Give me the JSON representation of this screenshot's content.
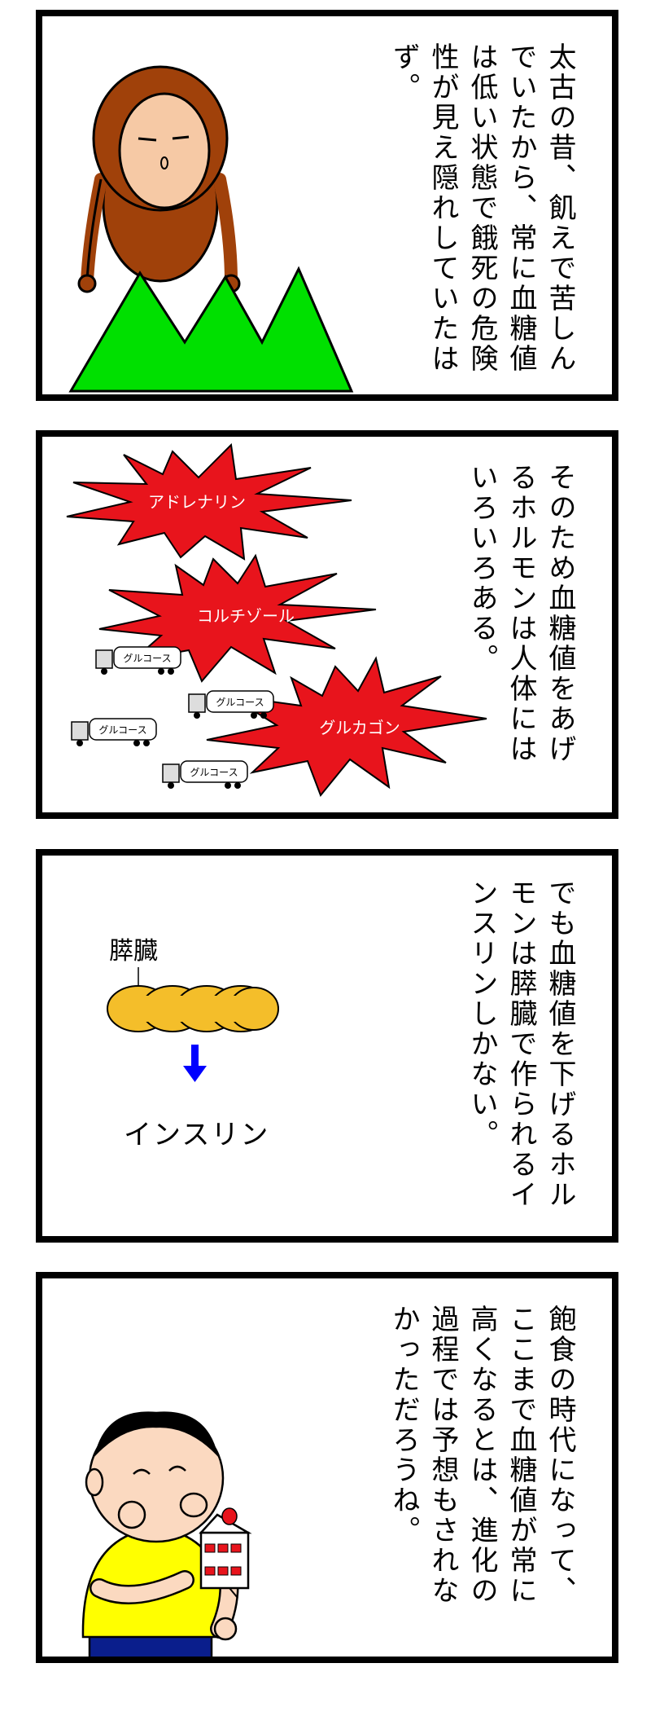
{
  "panels": [
    {
      "text": "太古の昔、飢えで苦しん\nでいたから、常に血糖値\nは低い状態で餓死の危険\n性が見え隠れしていたは\nず。"
    },
    {
      "text": "そのため血糖値をあげ\nるホルモンは人体には\nいろいろある。",
      "hormones": [
        "アドレナリン",
        "コルチゾール",
        "グルカゴン"
      ],
      "truck_label": "グルコース"
    },
    {
      "text": "でも血糖値を下げるホル\nモンは膵臓で作られるイ\nンスリンしかない。",
      "organ_label": "膵臓",
      "hormone_label": "インスリン"
    },
    {
      "text": "飽食の時代になって、\nここまで血糖値が常に\n高くなるとは、進化の\n過程では予想もされな\nかっただろうね。"
    }
  ],
  "colors": {
    "border": "#000000",
    "monkey_fur": "#a0410a",
    "monkey_face": "#f6c9a5",
    "grass": "#00e000",
    "burst": "#e8141c",
    "pancreas": "#f4be2a",
    "arrow": "#0000ff",
    "shirt": "#ffff00",
    "pants": "#0a1e8c",
    "skin": "#fbd9c0"
  }
}
